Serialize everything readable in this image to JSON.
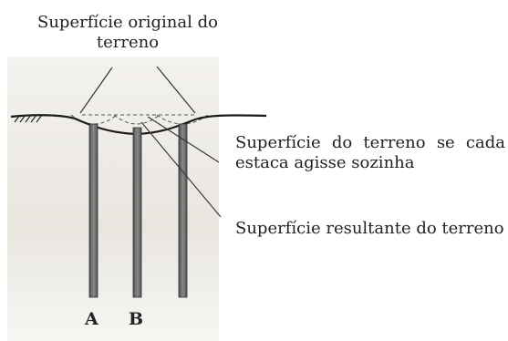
{
  "figure": {
    "label_original_surface": "Superfície original do terreno",
    "label_single_pile_surface": "Superfície do terreno se cada estaca agisse sozinha",
    "label_resultant_surface": "Superfície resultante do terreno",
    "pile_labels": [
      "A",
      "B"
    ]
  },
  "colors": {
    "pile_fill": "#6d6d6d",
    "ground_line": "#1a1a1a",
    "paper_shade": "#e8e5df"
  }
}
